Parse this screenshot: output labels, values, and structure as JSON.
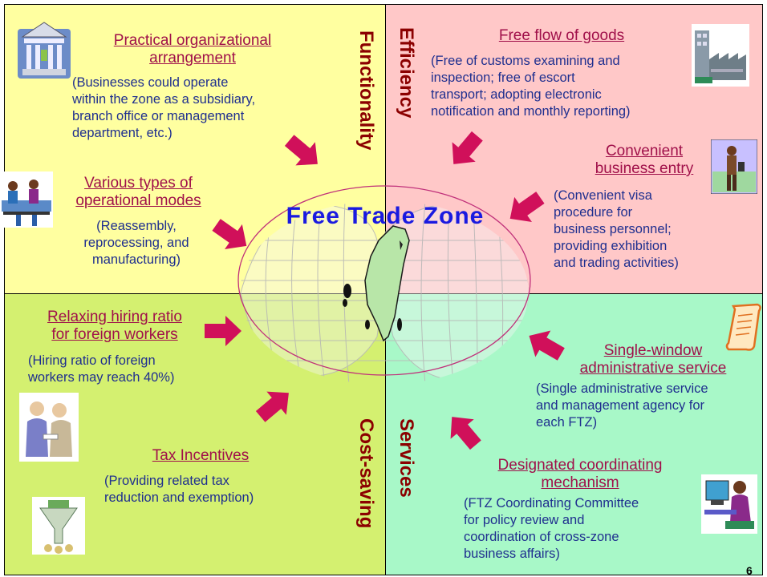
{
  "center_label": "Free Trade Zone",
  "page_number": "6",
  "colors": {
    "functionality_bg": "#ffffa0",
    "efficiency_bg": "#ffc8c8",
    "cost_saving_bg": "#d4f070",
    "services_bg": "#a8f8c8",
    "heading": "#8b0000",
    "title": "#a0104a",
    "description": "#1f2f8f",
    "arrow": "#d0105a",
    "center_label": "#1a1ae0"
  },
  "quadrants": {
    "functionality": {
      "heading": "Functionality",
      "items": [
        {
          "title": [
            "Practical organizational",
            "arrangement"
          ],
          "desc": [
            "(Businesses could operate",
            "within the zone as a subsidiary,",
            "branch office or management",
            "department, etc.)"
          ],
          "icon": "bank-building-icon"
        },
        {
          "title": [
            "Various types of",
            "operational modes"
          ],
          "desc": [
            "(Reassembly,",
            "reprocessing, and",
            "manufacturing)"
          ],
          "icon": "assembly-workers-icon"
        }
      ]
    },
    "efficiency": {
      "heading": "Efficiency",
      "items": [
        {
          "title": [
            "Free flow of goods"
          ],
          "desc": [
            "(Free of customs examining and",
            "inspection; free of escort",
            "transport; adopting electronic",
            "notification and monthly reporting)"
          ],
          "icon": "factory-icon"
        },
        {
          "title": [
            "Convenient",
            "business entry"
          ],
          "desc": [
            "(Convenient visa",
            "procedure for",
            "business personnel;",
            "providing exhibition",
            "and trading activities)"
          ],
          "icon": "businessman-icon"
        }
      ]
    },
    "cost_saving": {
      "heading": "Cost-saving",
      "items": [
        {
          "title": [
            "Relaxing hiring ratio",
            "for foreign workers"
          ],
          "desc": [
            "(Hiring ratio of foreign",
            "workers may reach 40%)"
          ],
          "icon": "meeting-people-icon"
        },
        {
          "title": [
            "Tax Incentives"
          ],
          "desc": [
            "(Providing related tax",
            "reduction and exemption)"
          ],
          "icon": "money-funnel-icon"
        }
      ]
    },
    "services": {
      "heading": "Services",
      "items": [
        {
          "title": [
            "Single-window",
            "administrative service"
          ],
          "desc": [
            "(Single administrative service",
            "and management agency for",
            "each FTZ)"
          ],
          "icon": "scroll-icon"
        },
        {
          "title": [
            "Designated coordinating",
            "mechanism"
          ],
          "desc": [
            "(FTZ Coordinating Committee",
            "for policy review and",
            "coordination of cross-zone",
            "business affairs)"
          ],
          "icon": "computer-user-icon"
        }
      ]
    }
  }
}
